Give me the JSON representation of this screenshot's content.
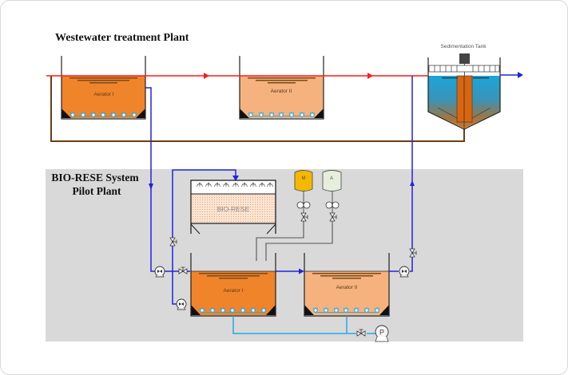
{
  "diagram": {
    "top_section": {
      "title": "Westewater treatment Plant",
      "aerator_1_label": "Aerator I",
      "aerator_2_label": "Aerator II",
      "sedimentation_label": "Sedimentation Tank"
    },
    "pilot_section": {
      "title_line1": "BIO-RESE System",
      "title_line2": "Pilot Plant",
      "biorese_label": "BIO-RESE",
      "aerator_1_label": "Aerator I",
      "aerator_2_label": "Aerator II",
      "tank_m_label": "M",
      "tank_a_label": "A",
      "pump_label": "P"
    },
    "colors": {
      "influent_line": "#ff1a1a",
      "effluent_line": "#2222dd",
      "sludge_return_line": "#6b3d14",
      "air_line": "#22aaee",
      "aerator_1_fill": "#f0842a",
      "aerator_2_fill": "#f5b27e",
      "panel_bg": "#d9d9d9",
      "tank_m_fill": "#f5b800",
      "tank_a_fill": "#e8eedc"
    }
  }
}
